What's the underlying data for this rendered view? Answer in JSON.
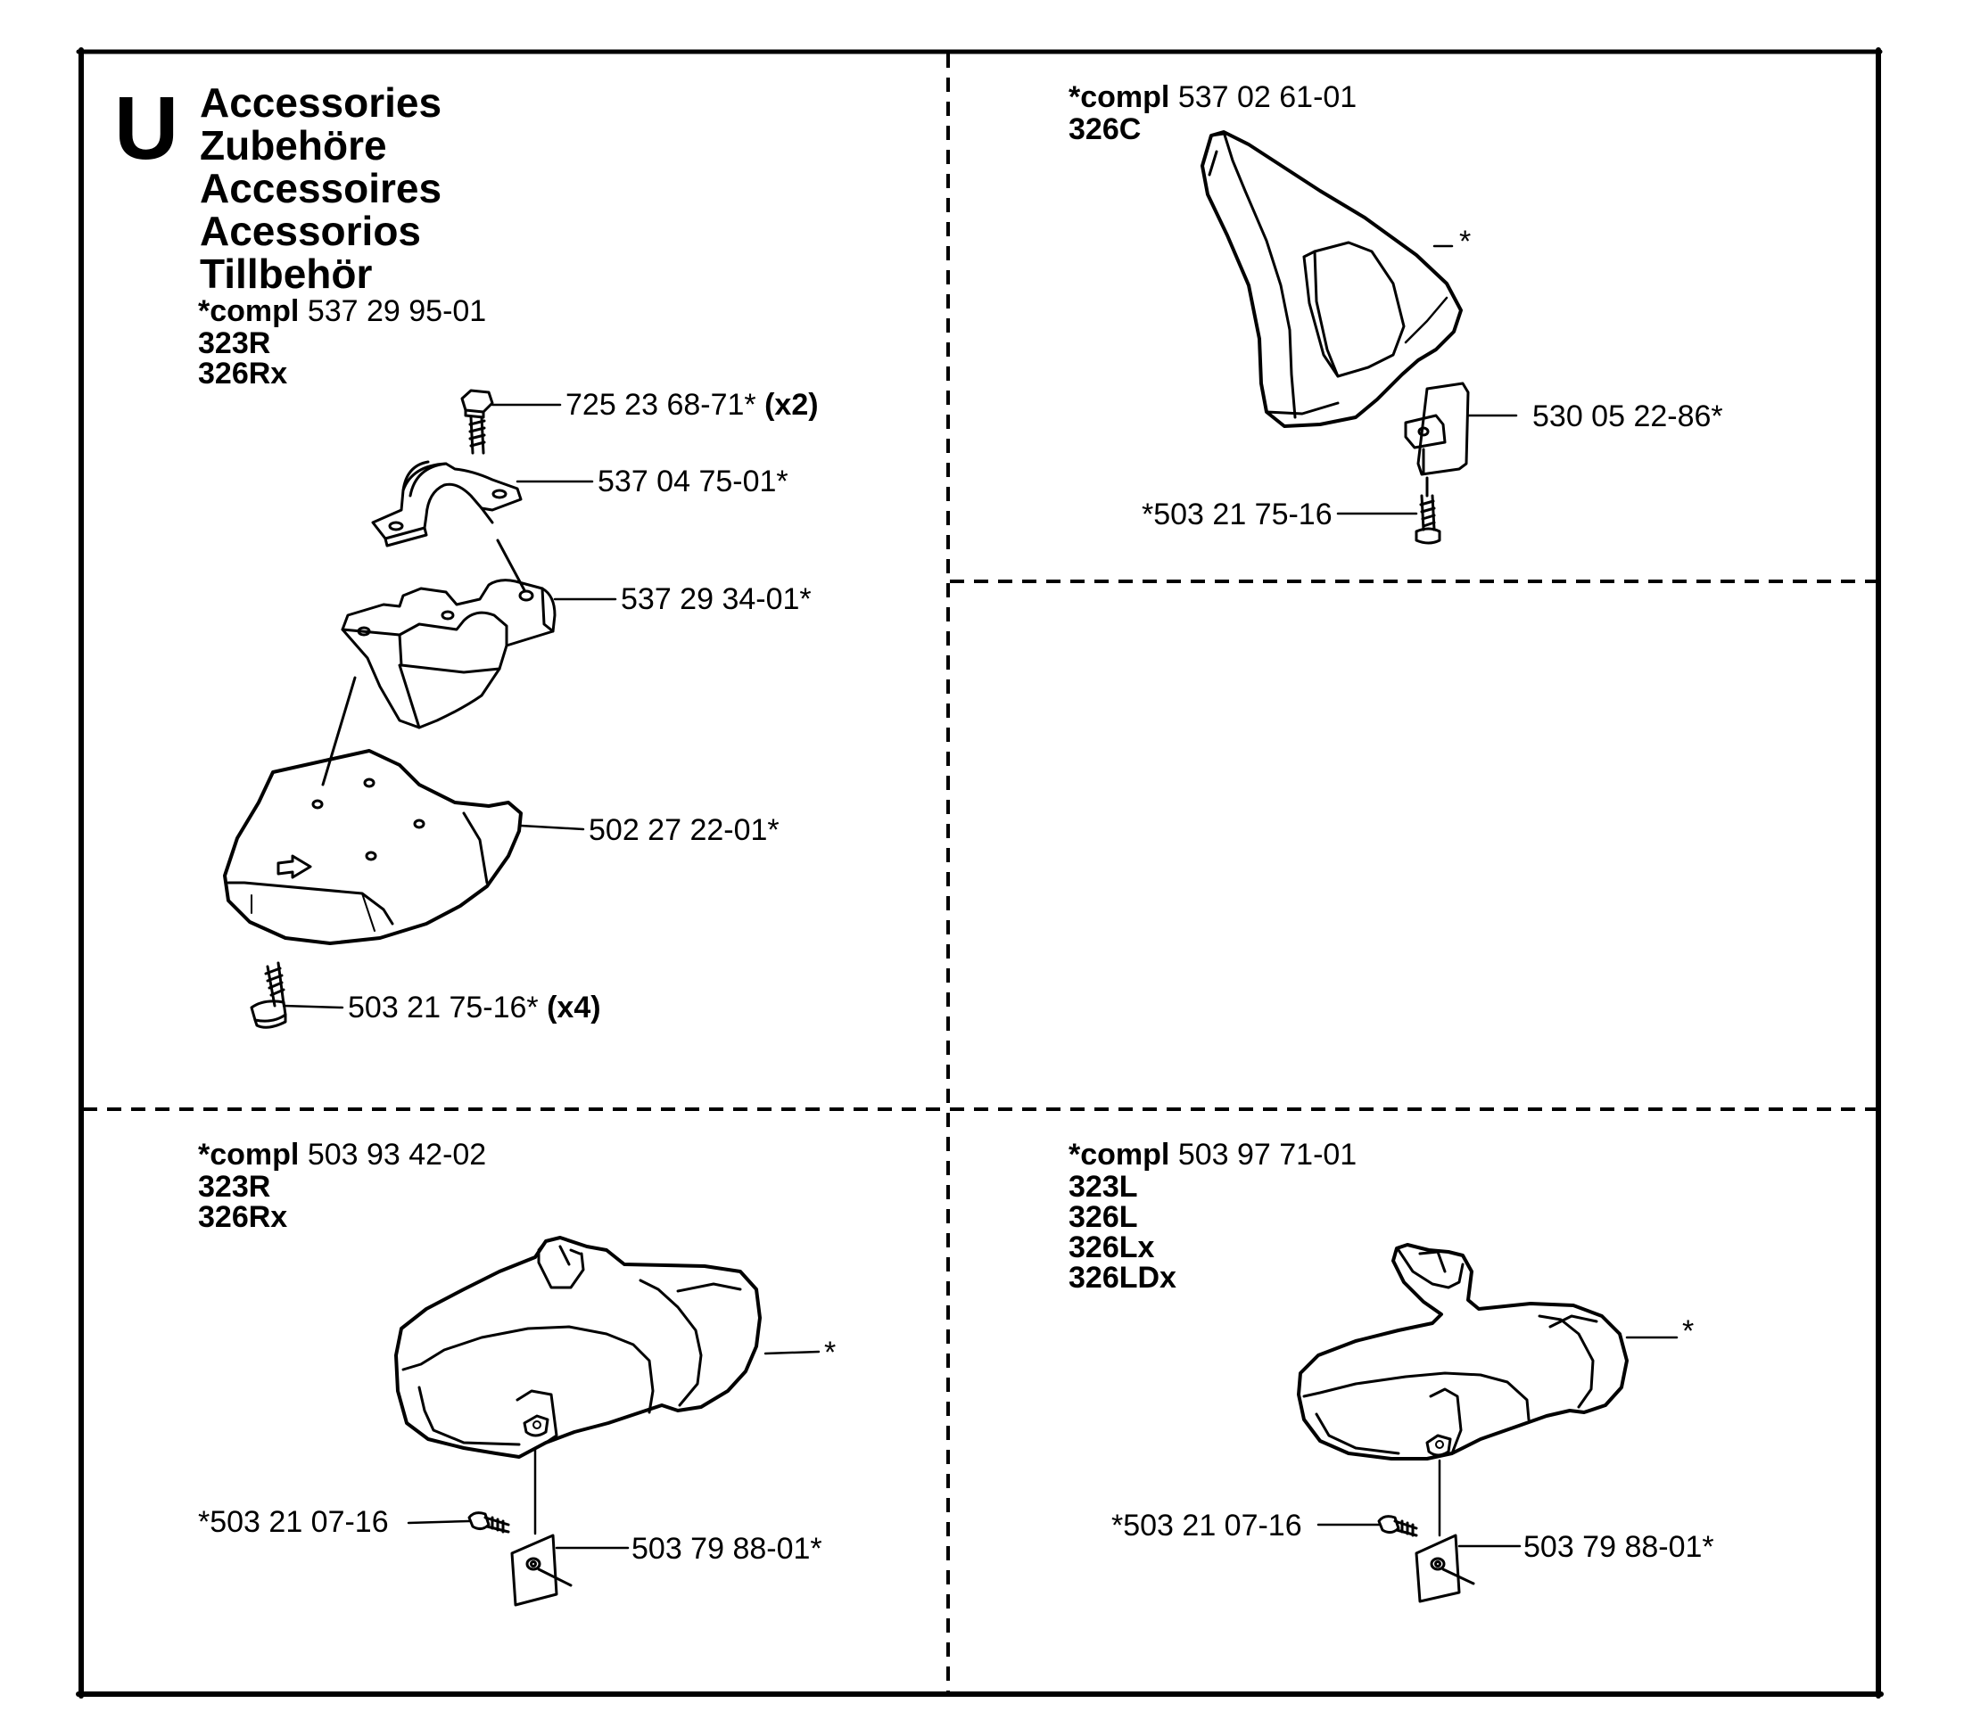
{
  "section": {
    "letter": "U",
    "titles": [
      "Accessories",
      "Zubehöre",
      "Accessoires",
      "Acessorios",
      "Tillbehör"
    ]
  },
  "compl_prefix": "*compl",
  "panels": {
    "top_left": {
      "compl_number": "537 29 95-01",
      "models": [
        "323R",
        "326Rx"
      ],
      "parts": [
        {
          "number": "725 23 68-71*",
          "qty": "(x2)"
        },
        {
          "number": "537 04 75-01*",
          "qty": ""
        },
        {
          "number": "537 29 34-01*",
          "qty": ""
        },
        {
          "number": "502 27 22-01*",
          "qty": ""
        },
        {
          "number": "503 21 75-16*",
          "qty": "(x4)"
        }
      ]
    },
    "top_right": {
      "compl_number": "537 02 61-01",
      "models": [
        "326C"
      ],
      "parts": [
        {
          "number": "*"
        },
        {
          "number": "530 05 22-86*"
        },
        {
          "number": "*503 21 75-16"
        }
      ]
    },
    "bottom_left": {
      "compl_number": "503 93 42-02",
      "models": [
        "323R",
        "326Rx"
      ],
      "parts": [
        {
          "number": "*"
        },
        {
          "number": "*503 21 07-16"
        },
        {
          "number": "503 79 88-01*"
        }
      ]
    },
    "bottom_right": {
      "compl_number": "503 97 71-01",
      "models": [
        "323L",
        "326L",
        "326Lx",
        "326LDx"
      ],
      "parts": [
        {
          "number": "*"
        },
        {
          "number": "*503 21 07-16"
        },
        {
          "number": "503 79 88-01*"
        }
      ]
    }
  }
}
